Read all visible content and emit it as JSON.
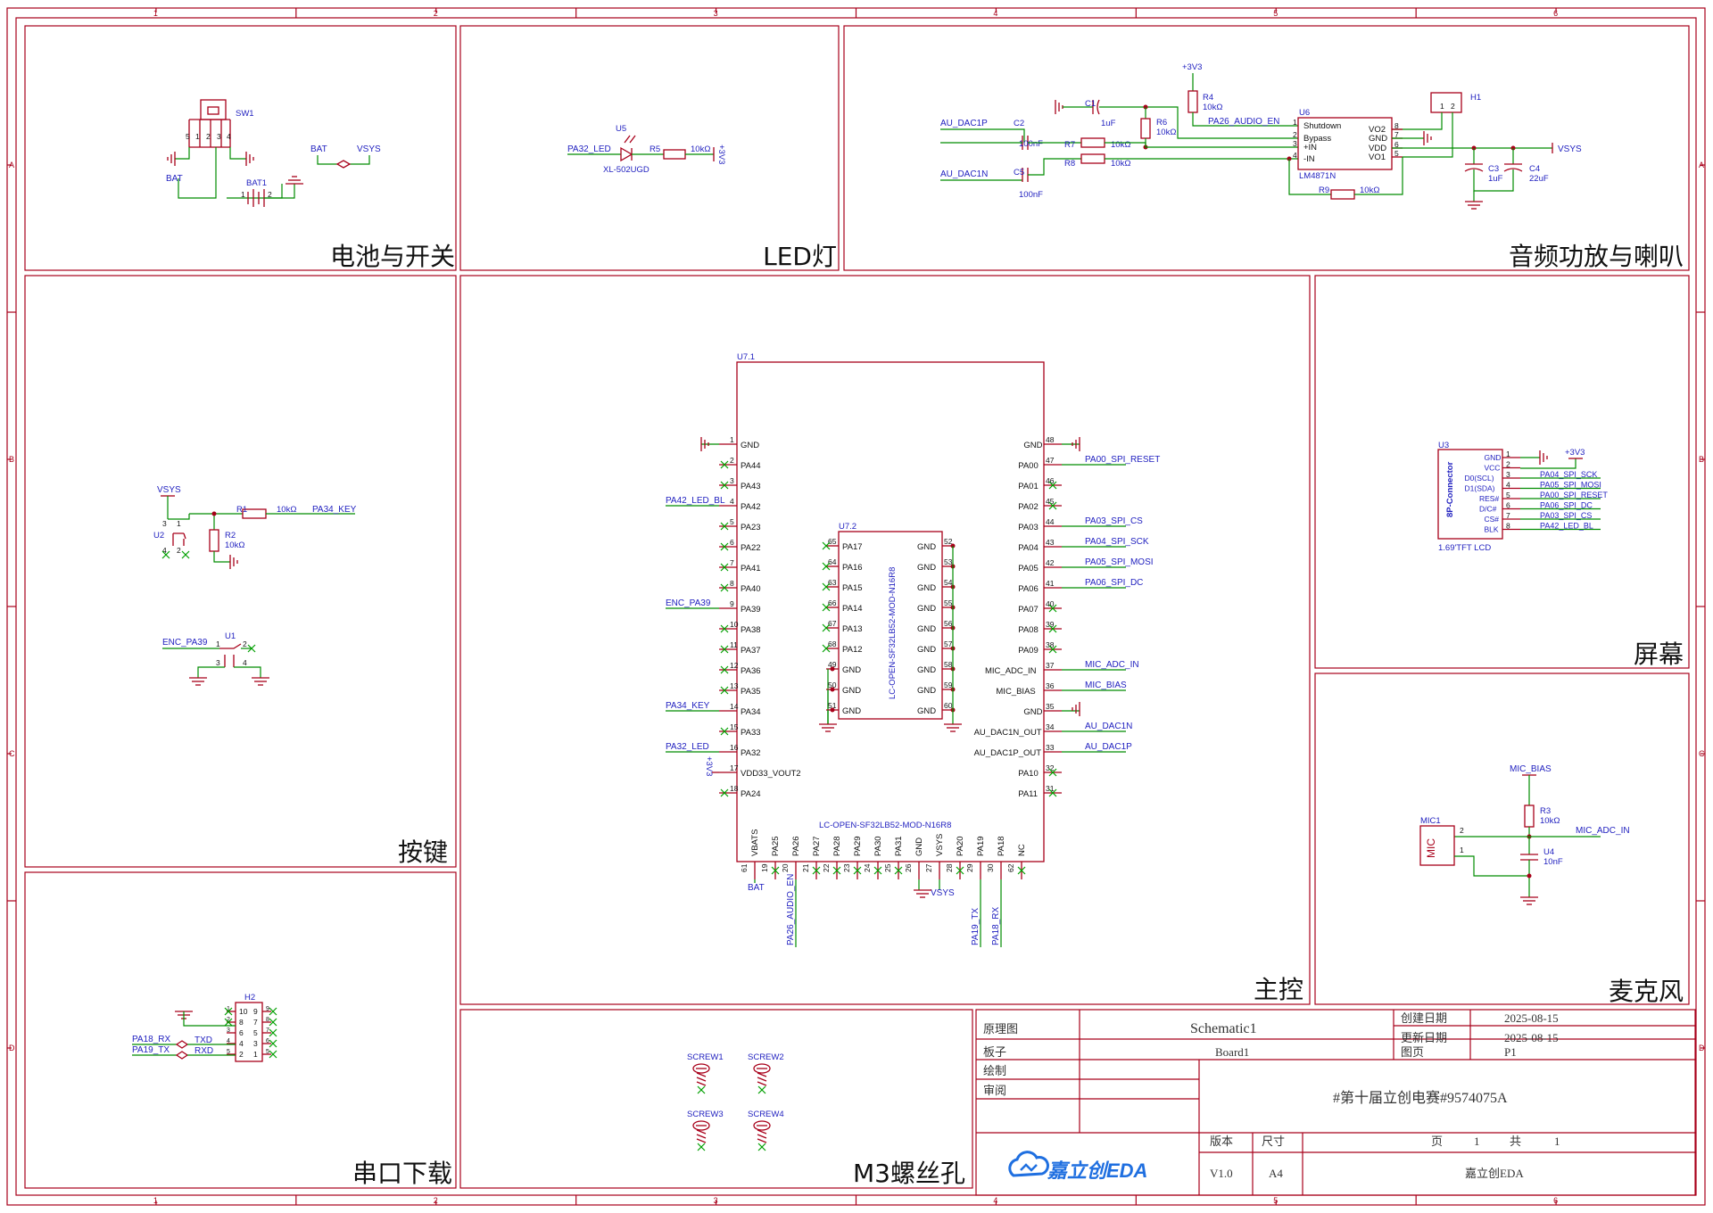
{
  "border": {
    "columns": [
      "1",
      "2",
      "3",
      "4",
      "5",
      "6"
    ],
    "rows": [
      "A",
      "B",
      "C",
      "D"
    ]
  },
  "panels": {
    "battery": "电池与开关",
    "led": "LED灯",
    "audio": "音频功放与喇叭",
    "keys": "按键",
    "mcu": "主控",
    "screen": "屏幕",
    "mic": "麦克风",
    "uart": "串口下载",
    "screws": "M3螺丝孔"
  },
  "battery": {
    "sw": "SW1",
    "bat_label": "BAT",
    "bat1": "BAT1",
    "bat1_p1": "1",
    "bat1_p2": "2",
    "sw_pins": [
      "5",
      "1",
      "2",
      "3",
      "4"
    ],
    "net_bat": "BAT",
    "net_vsys": "VSYS"
  },
  "led": {
    "u5": "U5",
    "u5_part": "XL-502UGD",
    "net_in": "PA32_LED",
    "r5": "R5",
    "r5_val": "10kΩ",
    "rail": "+3V3"
  },
  "audio": {
    "rail_top": "+3V3",
    "r4": "R4",
    "r4_val": "10kΩ",
    "h1": "H1",
    "h1_pins": [
      "1",
      "2"
    ],
    "c1": "C1",
    "c1_val": "1uF",
    "r6": "R6",
    "r6_val": "10kΩ",
    "net_en": "PA26_AUDIO_EN",
    "u6": "U6",
    "u6_part": "LM4871N",
    "u6_left_pins": [
      {
        "num": "1",
        "name": "Shutdown"
      },
      {
        "num": "2",
        "name": "Bypass"
      },
      {
        "num": "3",
        "name": "+IN"
      },
      {
        "num": "4",
        "name": "-IN"
      }
    ],
    "u6_right_pins": [
      {
        "num": "8",
        "name": "VO2"
      },
      {
        "num": "7",
        "name": "GND"
      },
      {
        "num": "6",
        "name": "VDD"
      },
      {
        "num": "5",
        "name": "VO1"
      }
    ],
    "net_dac1p": "AU_DAC1P",
    "c2": "C2",
    "c2_val": "100nF",
    "net_dac1n": "AU_DAC1N",
    "c5": "C5",
    "c5_val": "100nF",
    "r7": "R7",
    "r7_val": "10kΩ",
    "r8": "R8",
    "r8_val": "10kΩ",
    "r9": "R9",
    "r9_val": "10kΩ",
    "c3": "C3",
    "c3_val": "1uF",
    "c4": "C4",
    "c4_val": "22uF",
    "net_vsys": "VSYS"
  },
  "keys": {
    "vsys": "VSYS",
    "u2": "U2",
    "r1": "R1",
    "r1_val": "10kΩ",
    "net_key": "PA34_KEY",
    "r2": "R2",
    "r2_val": "10kΩ",
    "u2_pins": [
      "3",
      "1",
      "4",
      "2"
    ],
    "u1": "U1",
    "net_enc": "ENC_PA39",
    "u1_pins": [
      "1",
      "2",
      "3",
      "4"
    ]
  },
  "mcu": {
    "u71": "U7.1",
    "u72": "U7.2",
    "bottom_part": "LC-OPEN-SF32LB52-MOD-N16R8",
    "inner_part": "LC-OPEN-SF32LB52-MOD-N16R8",
    "left_pins": [
      {
        "num": "1",
        "name": "GND",
        "net": ""
      },
      {
        "num": "2",
        "name": "PA44",
        "net": ""
      },
      {
        "num": "3",
        "name": "PA43",
        "net": ""
      },
      {
        "num": "4",
        "name": "PA42",
        "net": "PA42_LED_BL"
      },
      {
        "num": "5",
        "name": "PA23",
        "net": ""
      },
      {
        "num": "6",
        "name": "PA22",
        "net": ""
      },
      {
        "num": "7",
        "name": "PA41",
        "net": ""
      },
      {
        "num": "8",
        "name": "PA40",
        "net": ""
      },
      {
        "num": "9",
        "name": "PA39",
        "net": "ENC_PA39"
      },
      {
        "num": "10",
        "name": "PA38",
        "net": ""
      },
      {
        "num": "11",
        "name": "PA37",
        "net": ""
      },
      {
        "num": "12",
        "name": "PA36",
        "net": ""
      },
      {
        "num": "13",
        "name": "PA35",
        "net": ""
      },
      {
        "num": "14",
        "name": "PA34",
        "net": "PA34_KEY"
      },
      {
        "num": "15",
        "name": "PA33",
        "net": ""
      },
      {
        "num": "16",
        "name": "PA32",
        "net": "PA32_LED"
      },
      {
        "num": "17",
        "name": "VDD33_VOUT2",
        "net": "+3V3"
      },
      {
        "num": "18",
        "name": "PA24",
        "net": ""
      }
    ],
    "right_pins": [
      {
        "num": "48",
        "name": "GND",
        "net": ""
      },
      {
        "num": "47",
        "name": "PA00",
        "net": "PA00_SPI_RESET"
      },
      {
        "num": "46",
        "name": "PA01",
        "net": ""
      },
      {
        "num": "45",
        "name": "PA02",
        "net": ""
      },
      {
        "num": "44",
        "name": "PA03",
        "net": "PA03_SPI_CS"
      },
      {
        "num": "43",
        "name": "PA04",
        "net": "PA04_SPI_SCK"
      },
      {
        "num": "42",
        "name": "PA05",
        "net": "PA05_SPI_MOSI"
      },
      {
        "num": "41",
        "name": "PA06",
        "net": "PA06_SPI_DC"
      },
      {
        "num": "40",
        "name": "PA07",
        "net": ""
      },
      {
        "num": "39",
        "name": "PA08",
        "net": ""
      },
      {
        "num": "38",
        "name": "PA09",
        "net": ""
      },
      {
        "num": "37",
        "name": "MIC_ADC_IN",
        "net": "MIC_ADC_IN"
      },
      {
        "num": "36",
        "name": "MIC_BIAS",
        "net": "MIC_BIAS"
      },
      {
        "num": "35",
        "name": "GND",
        "net": ""
      },
      {
        "num": "34",
        "name": "AU_DAC1N_OUT",
        "net": "AU_DAC1N"
      },
      {
        "num": "33",
        "name": "AU_DAC1P_OUT",
        "net": "AU_DAC1P"
      },
      {
        "num": "32",
        "name": "PA10",
        "net": ""
      },
      {
        "num": "31",
        "name": "PA11",
        "net": ""
      }
    ],
    "bottom_pins": [
      {
        "num": "61",
        "name": "VBATS",
        "net": "BAT"
      },
      {
        "num": "19",
        "name": "PA25",
        "net": ""
      },
      {
        "num": "20",
        "name": "PA26",
        "net": "PA26_AUDIO_EN"
      },
      {
        "num": "21",
        "name": "PA27",
        "net": ""
      },
      {
        "num": "22",
        "name": "PA28",
        "net": ""
      },
      {
        "num": "23",
        "name": "PA29",
        "net": ""
      },
      {
        "num": "24",
        "name": "PA30",
        "net": ""
      },
      {
        "num": "25",
        "name": "PA31",
        "net": ""
      },
      {
        "num": "26",
        "name": "GND",
        "net": ""
      },
      {
        "num": "27",
        "name": "VSYS",
        "net": "VSYS"
      },
      {
        "num": "28",
        "name": "PA20",
        "net": ""
      },
      {
        "num": "29",
        "name": "PA19",
        "net": "PA19_TX"
      },
      {
        "num": "30",
        "name": "PA18",
        "net": "PA18_RX"
      },
      {
        "num": "62",
        "name": "NC",
        "net": ""
      }
    ],
    "inner_left": [
      {
        "num": "65",
        "name": "PA17"
      },
      {
        "num": "64",
        "name": "PA16"
      },
      {
        "num": "63",
        "name": "PA15"
      },
      {
        "num": "66",
        "name": "PA14"
      },
      {
        "num": "67",
        "name": "PA13"
      },
      {
        "num": "68",
        "name": "PA12"
      },
      {
        "num": "49",
        "name": "GND"
      },
      {
        "num": "50",
        "name": "GND"
      },
      {
        "num": "51",
        "name": "GND"
      }
    ],
    "inner_right": [
      {
        "num": "52",
        "name": "GND"
      },
      {
        "num": "53",
        "name": "GND"
      },
      {
        "num": "54",
        "name": "GND"
      },
      {
        "num": "55",
        "name": "GND"
      },
      {
        "num": "56",
        "name": "GND"
      },
      {
        "num": "57",
        "name": "GND"
      },
      {
        "num": "58",
        "name": "GND"
      },
      {
        "num": "59",
        "name": "GND"
      },
      {
        "num": "60",
        "name": "GND"
      }
    ]
  },
  "screen": {
    "u3": "U3",
    "rail": "+3V3",
    "part_vertical": "8P-Connector",
    "part_bottom": "1.69'TFT LCD",
    "pins": [
      {
        "num": "1",
        "name": "GND",
        "net": ""
      },
      {
        "num": "2",
        "name": "VCC",
        "net": ""
      },
      {
        "num": "3",
        "name": "D0(SCL)",
        "net": "PA04_SPI_SCK"
      },
      {
        "num": "4",
        "name": "D1(SDA)",
        "net": "PA05_SPI_MOSI"
      },
      {
        "num": "5",
        "name": "RES#",
        "net": "PA00_SPI_RESET"
      },
      {
        "num": "6",
        "name": "D/C#",
        "net": "PA06_SPI_DC"
      },
      {
        "num": "7",
        "name": "CS#",
        "net": "PA03_SPI_CS"
      },
      {
        "num": "8",
        "name": "BLK",
        "net": "PA42_LED_BL"
      }
    ]
  },
  "mic": {
    "bias": "MIC_BIAS",
    "r3": "R3",
    "r3_val": "10kΩ",
    "mic1": "MIC1",
    "mic_label": "MIC",
    "pins": [
      "2",
      "1"
    ],
    "net_in": "MIC_ADC_IN",
    "u4": "U4",
    "u4_val": "10nF"
  },
  "uart": {
    "h2": "H2",
    "net_rx": "PA18_RX",
    "net_tx": "PA19_TX",
    "txd": "TXD",
    "rxd": "RXD",
    "pins_left": [
      "10",
      "8",
      "6",
      "4",
      "2"
    ],
    "pins_right": [
      "9",
      "7",
      "5",
      "3",
      "1"
    ],
    "outer_left": [
      "1",
      "2",
      "3",
      "4",
      "5"
    ],
    "outer_right": [
      "9",
      "8",
      "7",
      "6",
      "5"
    ]
  },
  "screws": [
    "SCREW1",
    "SCREW2",
    "SCREW3",
    "SCREW4"
  ],
  "title_block": {
    "type_label": "原理图",
    "schematic": "Schematic1",
    "created_label": "创建日期",
    "created": "2025-08-15",
    "updated_label": "更新日期",
    "updated": "2025-08-15",
    "board_label": "板子",
    "board": "Board1",
    "page_label": "图页",
    "page": "P1",
    "drawn_label": "绘制",
    "review_label": "审阅",
    "project": "#第十届立创电赛#9574075A",
    "version_label": "版本",
    "size_label": "尺寸",
    "version": "V1.0",
    "size": "A4",
    "page_word": "页",
    "page_num": "1",
    "total_word": "共",
    "total_num": "1",
    "logo_text": "嘉立创EDA",
    "footer": "嘉立创EDA"
  },
  "colors": {
    "frame": "#a8001a",
    "wire": "#008c00",
    "net_label": "#1f1fbf",
    "component": "#a8001a",
    "pin_text": "#111111",
    "noconnect": "#00a000"
  }
}
